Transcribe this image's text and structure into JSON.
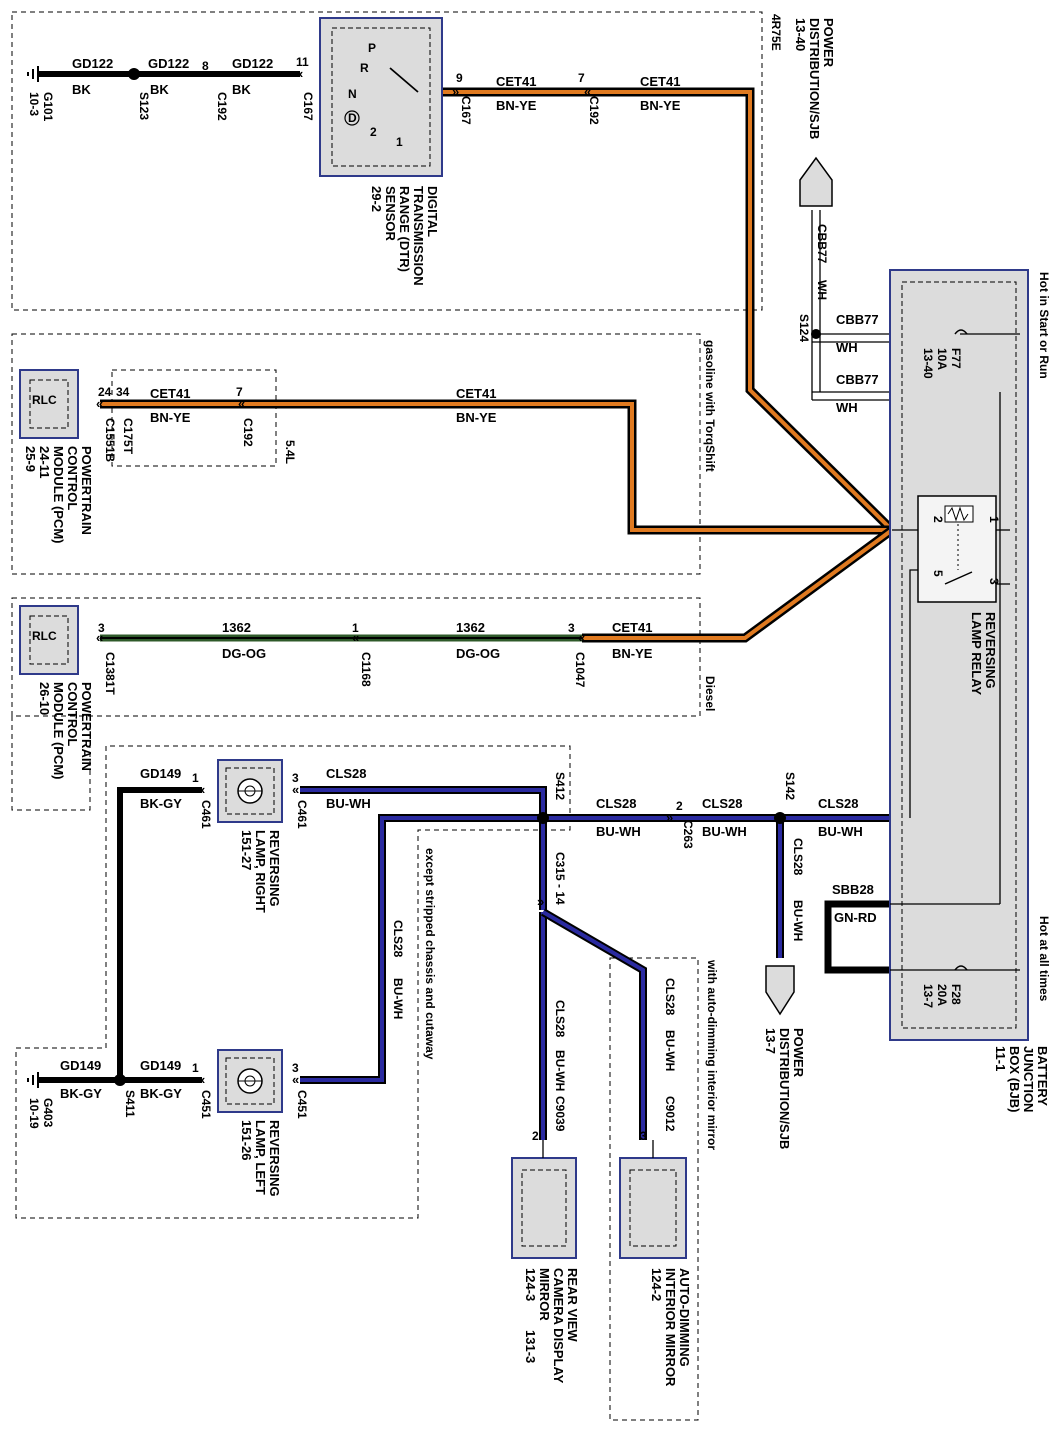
{
  "colors": {
    "bk": "#000000",
    "bn_ye": "#e07a20",
    "dg_og": "#2f5a2a",
    "bu_wh": "#2a2aa0",
    "gn_rd": "#000000",
    "wh": "#ffffff",
    "component_fill": "#dcdcdc",
    "component_border": "#2f3a8a"
  },
  "labels": {
    "gd122": "GD122",
    "bk": "BK",
    "cet41": "CET41",
    "bn_ye": "BN-YE",
    "n1362": "1362",
    "dg_og": "DG-OG",
    "cls28": "CLS28",
    "bu_wh": "BU-WH",
    "gd149": "GD149",
    "bk_gy": "BK-GY",
    "cbb77": "CBB77",
    "wh": "WH",
    "sbb28": "SBB28",
    "gn_rd": "GN-RD"
  },
  "connectors": {
    "g101": "G101",
    "g101_ref": "10-3",
    "s123": "S123",
    "c192": "C192",
    "c167": "C167",
    "c1551b": "C1551B",
    "c175t": "C175T",
    "c1381t": "C1381T",
    "c1168": "C1168",
    "c1047": "C1047",
    "c461": "C461",
    "c451": "C451",
    "s412": "S412",
    "s411": "S411",
    "g403": "G403",
    "g403_ref": "10-19",
    "c263": "C263",
    "s142": "S142",
    "s124": "S124",
    "c315": "C315 - 14",
    "c9039": "C9039",
    "c9012": "C9012"
  },
  "pins": {
    "p1": "1",
    "p2": "2",
    "p3": "3",
    "p5": "5",
    "p7": "7",
    "p8": "8",
    "p9": "9",
    "p11": "11",
    "p24": "24",
    "p34": "34"
  },
  "dtr": {
    "letters": [
      "P",
      "R",
      "N",
      "D"
    ],
    "pos1": "1",
    "pos2": "2",
    "title": [
      "DIGITAL",
      "TRANSMISSION",
      "RANGE (DTR)",
      "SENSOR"
    ],
    "ref": "29-2"
  },
  "pcm1": {
    "inner": "RLC",
    "title": [
      "POWERTRAIN",
      "CONTROL",
      "MODULE (PCM)"
    ],
    "ref1": "24-11",
    "ref2": "25-9"
  },
  "pcm2": {
    "inner": "RLC",
    "title": [
      "POWERTRAIN",
      "CONTROL",
      "MODULE (PCM)"
    ],
    "ref": "26-10"
  },
  "lamp_right": {
    "title": [
      "REVERSING",
      "LAMP, RIGHT"
    ],
    "ref": "151-27"
  },
  "lamp_left": {
    "title": [
      "REVERSING",
      "LAMP, LEFT"
    ],
    "ref": "151-26"
  },
  "mirror_cam": {
    "title": [
      "REAR VIEW",
      "CAMERA DISPLAY",
      "MIRROR"
    ],
    "ref1": "124-3",
    "ref2": "131-3"
  },
  "mirror_auto": {
    "title": [
      "AUTO-DIMMING",
      "INTERIOR MIRROR"
    ],
    "ref": "124-2"
  },
  "pd_top": {
    "title": [
      "POWER",
      "DISTRIBUTION/SJB"
    ],
    "ref": "13-40"
  },
  "pd_bottom": {
    "title": [
      "POWER",
      "DISTRIBUTION/SJB"
    ],
    "ref": "13-7"
  },
  "bjb": {
    "title": [
      "BATTERY",
      "JUNCTION",
      "BOX (BJB)"
    ],
    "ref": "11-1"
  },
  "relay": {
    "title": [
      "REVERSING",
      "LAMP RELAY"
    ]
  },
  "fuse_f77": {
    "name": "F77",
    "rating": "10A",
    "ref": "13-40"
  },
  "fuse_f28": {
    "name": "F28",
    "rating": "20A",
    "ref": "13-7"
  },
  "notes": {
    "r4r75e": "4R75E",
    "torqshift": "gasoline with TorqShift",
    "l54": "5.4L",
    "diesel": "Diesel",
    "hot_start": "Hot in Start or Run",
    "hot_all": "Hot at all times",
    "except": "except stripped chassis and cutaway",
    "autodim": "with auto-dimming interior mirror"
  }
}
